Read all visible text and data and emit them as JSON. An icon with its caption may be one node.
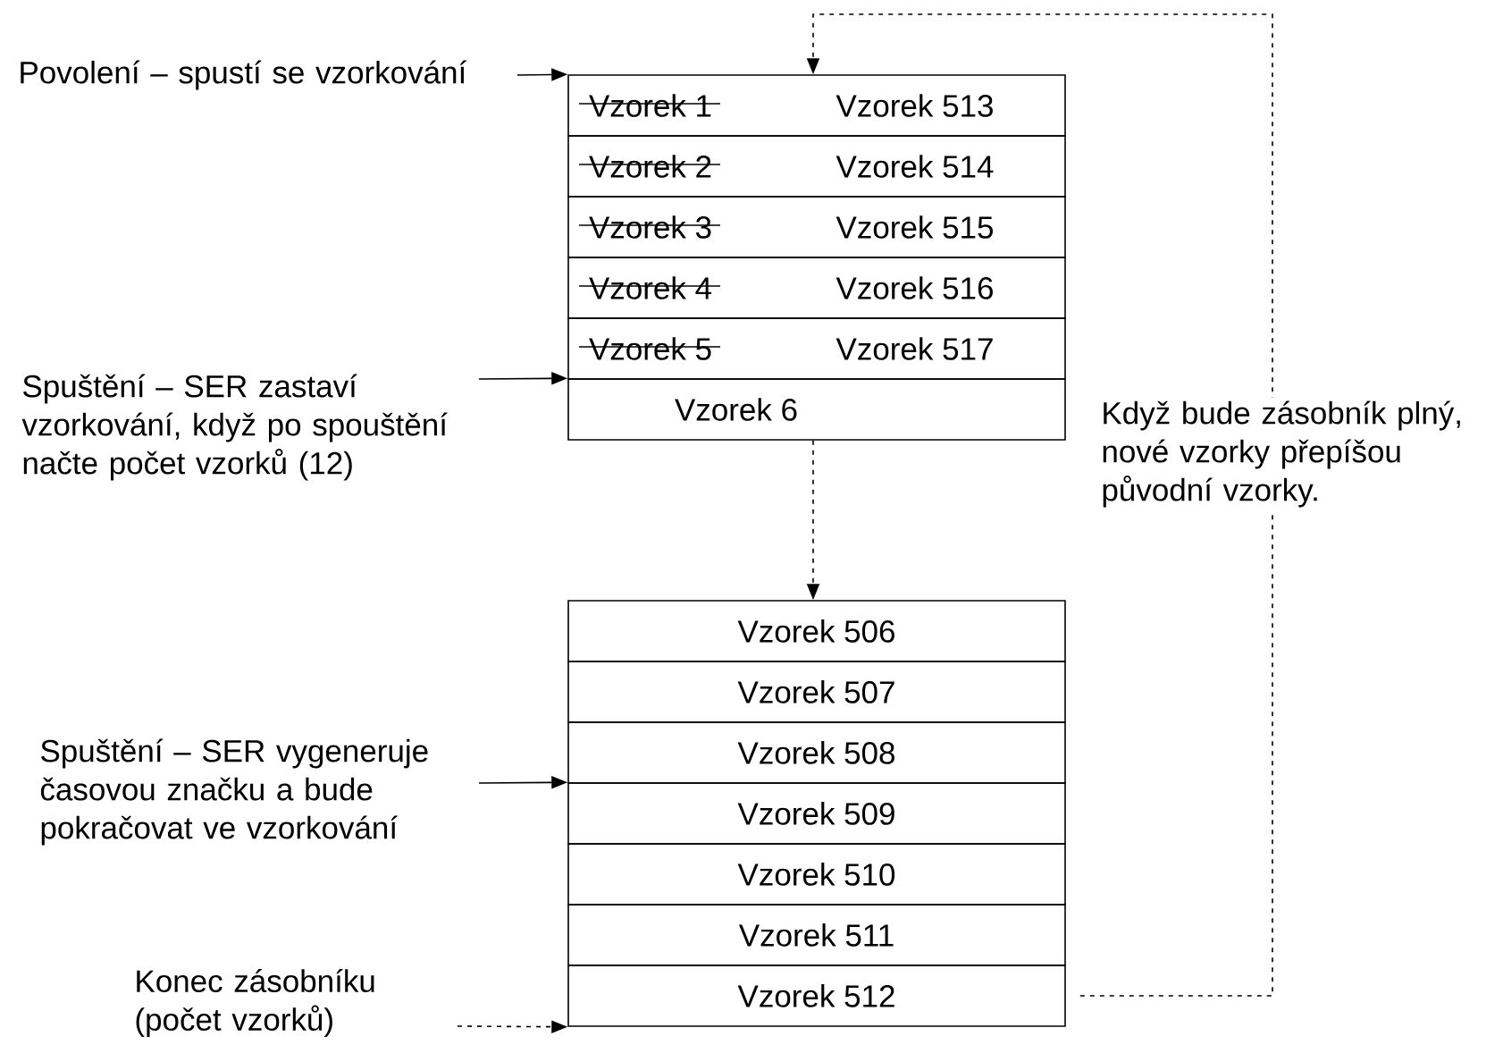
{
  "diagram": {
    "nodes": [
      {
        "text": [
          "Vzorek 1",
          "Vzorek 513"
        ]
      },
      {
        "text": [
          "Vzorek 2",
          "Vzorek 514"
        ]
      },
      {
        "text": [
          "Vzorek 3",
          "Vzorek 515"
        ]
      },
      {
        "text": [
          "Vzorek 4",
          "Vzorek 516"
        ]
      },
      {
        "text": [
          "Vzorek 5",
          "Vzorek 517"
        ]
      },
      {
        "text": [
          "Vzorek 6"
        ]
      },
      {
        "text": [
          "Vzorek 506"
        ]
      },
      {
        "text": [
          "Vzorek 507"
        ]
      },
      {
        "text": [
          "Vzorek 508"
        ]
      },
      {
        "text": [
          "Vzorek 509"
        ]
      },
      {
        "text": [
          "Vzorek 510"
        ]
      },
      {
        "text": [
          "Vzorek 511"
        ]
      },
      {
        "text": [
          "Vzorek 512"
        ]
      },
      {
        "text": [
          "Povolení – spustí se vzorkování"
        ]
      },
      {
        "text": [
          "Spuštění – SER zastaví vzorkování, když po spouštění načte počet vzorků (12)"
        ]
      },
      {
        "text": [
          "Spuštění – SER vygeneruje časovou značku a bude pokračovat ve vzorkování"
        ]
      },
      {
        "text": [
          "Konec zásobníku (počet vzorků)"
        ]
      }
    ],
    "edges": [
      {
        "from": 13,
        "to": 0,
        "arrow": "to"
      },
      {
        "from": 14,
        "to": 5,
        "arrow": "to"
      },
      {
        "from": 15,
        "to": 9,
        "arrow": "to"
      },
      {
        "from": 16,
        "to": 12,
        "arrow": "to",
        "style": "dashed"
      },
      {
        "from": 12,
        "to": 0,
        "arrow": "to",
        "style": "dashed",
        "label": "Když bude zásobník plný, nové vzorky přepíšou původní vzorky."
      },
      {
        "from": 5,
        "to": 6,
        "arrow": "to",
        "style": "dashed"
      }
    ]
  }
}
